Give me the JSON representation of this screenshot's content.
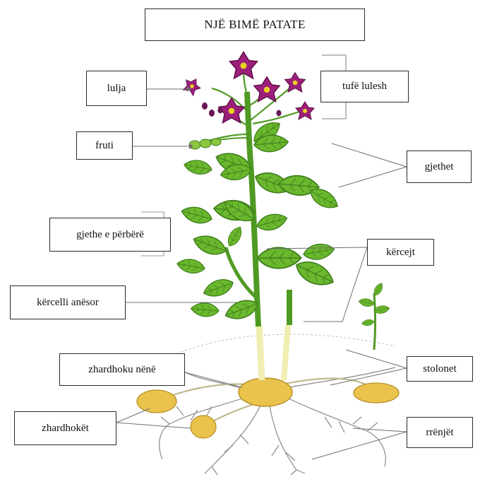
{
  "diagram": {
    "title": "NJË BIMË PATATE",
    "labels": {
      "flower": "lulja",
      "flower_cluster": "tufë lulesh",
      "fruit": "fruti",
      "leaves": "gjethet",
      "compound_leaf": "gjethe e përbërë",
      "stem": "kërcejt",
      "side_stem": "kërcelli anësor",
      "mother_tuber": "zhardhoku nënë",
      "stolons": "stolonet",
      "tubers": "zhardhokët",
      "roots": "rrënjët"
    }
  },
  "colors": {
    "flower": "#9c1f7a",
    "flower_center": "#e8d21f",
    "leaf": "#6ab82d",
    "leaf_dark": "#3f7f1c",
    "stem": "#4f9a23",
    "stem_pale": "#f0eeb0",
    "tuber": "#e9c34c",
    "root": "#8a8a8a"
  }
}
